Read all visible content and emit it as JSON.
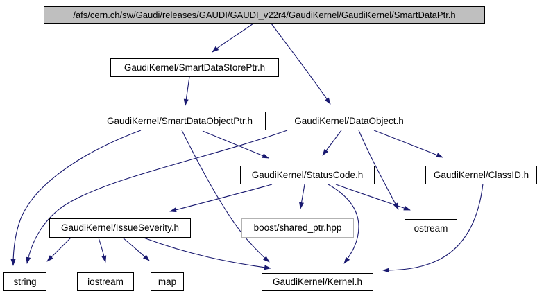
{
  "diagram": {
    "kind": "doxygen-include-dependency-graph",
    "colors": {
      "background": "#ffffff",
      "edge": "#191970",
      "node_border": "#000000",
      "node_fill": "#ffffff",
      "root_fill": "#bfbfbf",
      "external_border": "#b2b2b2",
      "text": "#000000"
    },
    "nodes": [
      {
        "label": "/afs/cern.ch/sw/Gaudi/releases/GAUDI/GAUDI_v22r4/GaudiKernel/GaudiKernel/SmartDataPtr.h",
        "kind": "root"
      },
      {
        "label": "GaudiKernel/SmartDataStorePtr.h",
        "kind": "internal"
      },
      {
        "label": "GaudiKernel/SmartDataObjectPtr.h",
        "kind": "internal"
      },
      {
        "label": "GaudiKernel/DataObject.h",
        "kind": "internal"
      },
      {
        "label": "GaudiKernel/StatusCode.h",
        "kind": "internal"
      },
      {
        "label": "GaudiKernel/ClassID.h",
        "kind": "internal"
      },
      {
        "label": "GaudiKernel/IssueSeverity.h",
        "kind": "internal"
      },
      {
        "label": "boost/shared_ptr.hpp",
        "kind": "external"
      },
      {
        "label": "ostream",
        "kind": "system"
      },
      {
        "label": "string",
        "kind": "system"
      },
      {
        "label": "iostream",
        "kind": "system"
      },
      {
        "label": "map",
        "kind": "system"
      },
      {
        "label": "GaudiKernel/Kernel.h",
        "kind": "internal"
      }
    ],
    "edges": [
      {
        "from": "GaudiKernel/GaudiKernel/SmartDataPtr.h",
        "to": "GaudiKernel/SmartDataStorePtr.h"
      },
      {
        "from": "GaudiKernel/GaudiKernel/SmartDataPtr.h",
        "to": "GaudiKernel/DataObject.h"
      },
      {
        "from": "GaudiKernel/SmartDataStorePtr.h",
        "to": "GaudiKernel/SmartDataObjectPtr.h"
      },
      {
        "from": "GaudiKernel/SmartDataObjectPtr.h",
        "to": "string"
      },
      {
        "from": "GaudiKernel/SmartDataObjectPtr.h",
        "to": "GaudiKernel/Kernel.h"
      },
      {
        "from": "GaudiKernel/SmartDataObjectPtr.h",
        "to": "GaudiKernel/StatusCode.h"
      },
      {
        "from": "GaudiKernel/DataObject.h",
        "to": "string"
      },
      {
        "from": "GaudiKernel/DataObject.h",
        "to": "GaudiKernel/StatusCode.h"
      },
      {
        "from": "GaudiKernel/DataObject.h",
        "to": "ostream"
      },
      {
        "from": "GaudiKernel/DataObject.h",
        "to": "GaudiKernel/ClassID.h"
      },
      {
        "from": "GaudiKernel/StatusCode.h",
        "to": "GaudiKernel/IssueSeverity.h"
      },
      {
        "from": "GaudiKernel/StatusCode.h",
        "to": "boost/shared_ptr.hpp"
      },
      {
        "from": "GaudiKernel/StatusCode.h",
        "to": "ostream"
      },
      {
        "from": "GaudiKernel/StatusCode.h",
        "to": "GaudiKernel/Kernel.h"
      },
      {
        "from": "GaudiKernel/ClassID.h",
        "to": "GaudiKernel/Kernel.h"
      },
      {
        "from": "GaudiKernel/IssueSeverity.h",
        "to": "string"
      },
      {
        "from": "GaudiKernel/IssueSeverity.h",
        "to": "iostream"
      },
      {
        "from": "GaudiKernel/IssueSeverity.h",
        "to": "map"
      },
      {
        "from": "GaudiKernel/IssueSeverity.h",
        "to": "GaudiKernel/Kernel.h"
      }
    ]
  }
}
